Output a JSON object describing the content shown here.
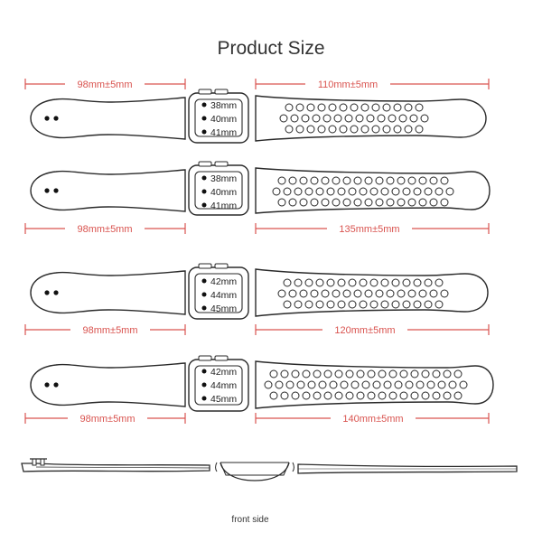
{
  "title": "Product Size",
  "colors": {
    "dimension": "#d9534f",
    "outline": "#2a2a2a",
    "text": "#333333"
  },
  "bands": [
    {
      "left_dim": "98mm±5mm",
      "right_dim": "110mm±5mm",
      "sizes": [
        "38mm",
        "40mm",
        "41mm"
      ]
    },
    {
      "left_dim": "98mm±5mm",
      "right_dim": "135mm±5mm",
      "sizes": [
        "38mm",
        "40mm",
        "41mm"
      ]
    },
    {
      "left_dim": "98mm±5mm",
      "right_dim": "120mm±5mm",
      "sizes": [
        "42mm",
        "44mm",
        "45mm"
      ]
    },
    {
      "left_dim": "98mm±5mm",
      "right_dim": "140mm±5mm",
      "sizes": [
        "42mm",
        "44mm",
        "45mm"
      ]
    }
  ],
  "side_view_caption": "front side"
}
